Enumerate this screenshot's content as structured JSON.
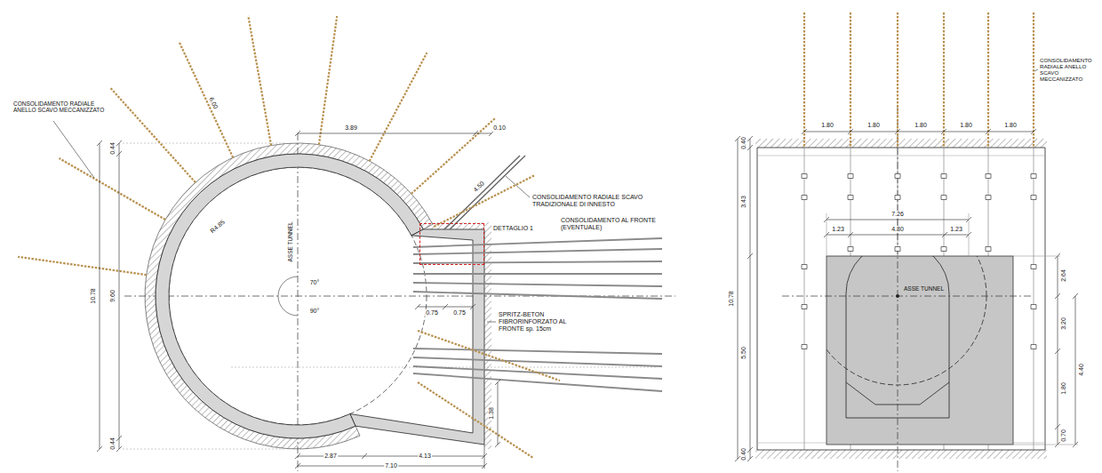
{
  "diagram": {
    "nodes": [
      {
        "text": [
          "DETTAGLIO 1"
        ]
      }
    ],
    "labels": [
      "CONSOLIDAMENTO RADIALE ANELLO SCAVO MECCANIZZATO",
      "6.00",
      "3.89",
      "0.10",
      "CONSOLIDAMENTO RADIALE SCAVO TRADIZIONALE DI INNESTO",
      "4.50",
      "CONSOLIDAMENTO AL FRONTE (EVENTUALE)",
      "0.44",
      "9.60",
      "0.44",
      "10.78",
      "R4.85",
      "ASSE TUNNEL",
      "70°",
      "90°",
      "0.75",
      "0.75",
      "SPRITZ-BETON FIBRORINFORZATO AL FRONTE sp. 15cm",
      "1.38",
      "2.87",
      "4.13",
      "7.10",
      "1.80",
      "1.80",
      "1.80",
      "1.80",
      "1.80",
      "CONSOLIDAMENTO RADIALE ANELLO SCAVO MECCANIZZATO",
      "0.40",
      "3.43",
      "5.50",
      "0.40",
      "10.78",
      "7.26",
      "1.23",
      "4.80",
      "1.23",
      "ASSE TUNNEL",
      "2.64",
      "3.20",
      "1.80",
      "0.70",
      "4.40"
    ]
  }
}
